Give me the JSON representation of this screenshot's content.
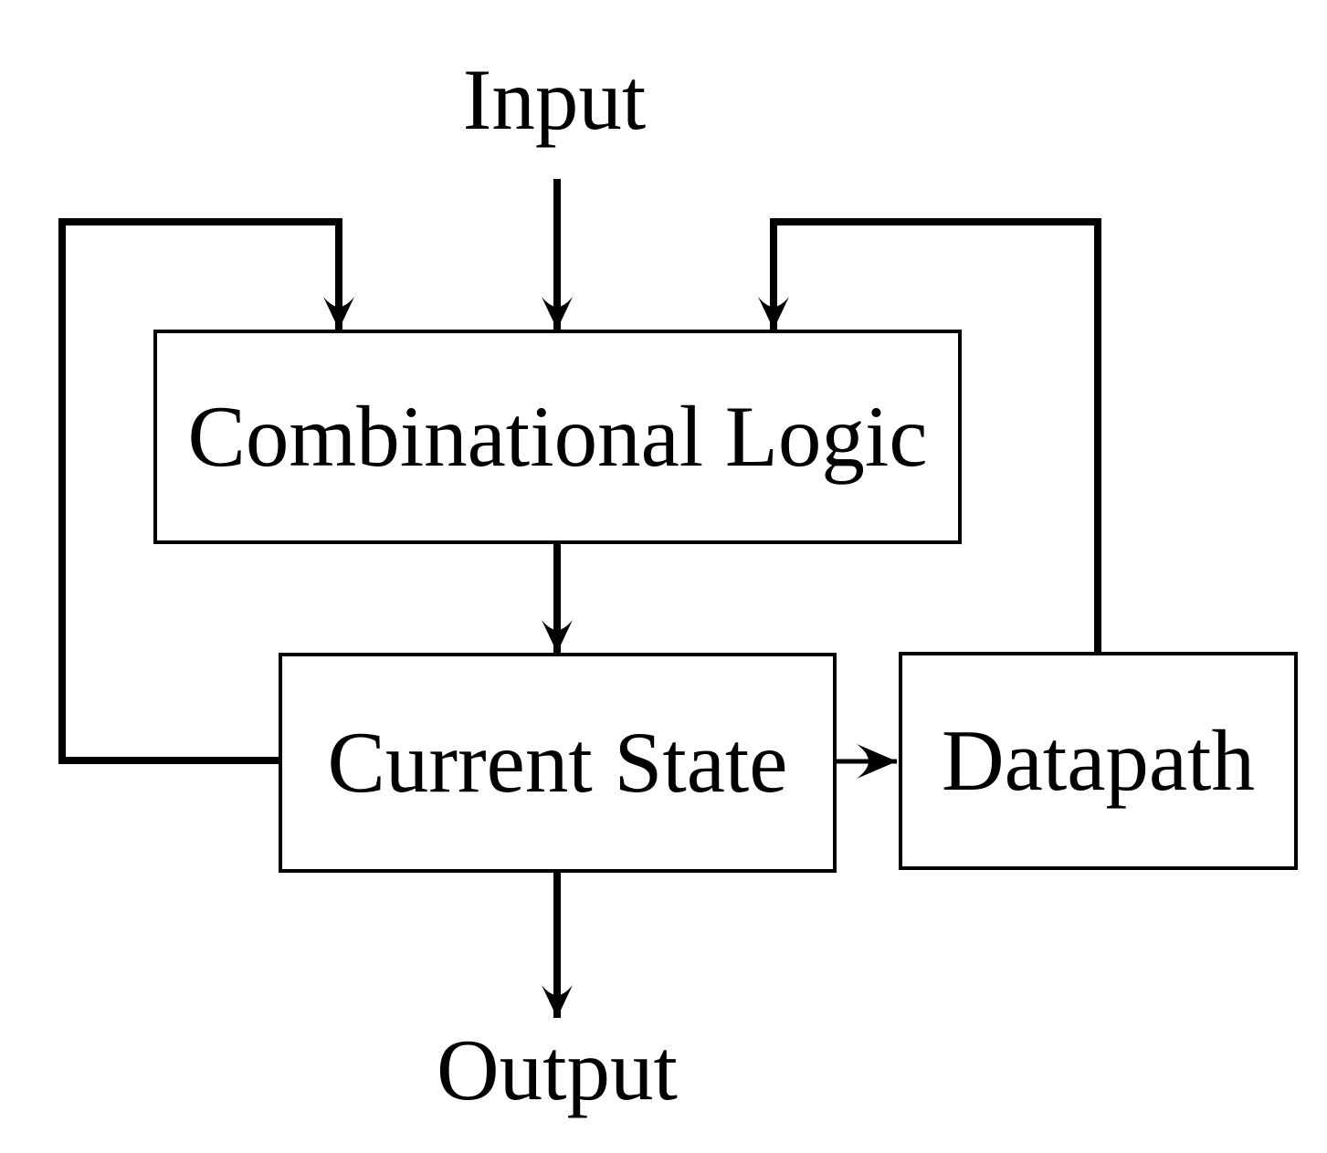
{
  "diagram": {
    "type": "block-diagram",
    "nodes": {
      "input": {
        "label": "Input",
        "kind": "floating-label"
      },
      "combinational_logic": {
        "label": "Combinational Logic",
        "kind": "box"
      },
      "current_state": {
        "label": "Current State",
        "kind": "box"
      },
      "datapath": {
        "label": "Datapath",
        "kind": "box"
      },
      "output": {
        "label": "Output",
        "kind": "floating-label"
      }
    },
    "edges": [
      {
        "from": "input",
        "to": "combinational_logic",
        "arrow": true,
        "route": "straight-down"
      },
      {
        "from": "combinational_logic",
        "to": "current_state",
        "arrow": true,
        "route": "straight-down"
      },
      {
        "from": "current_state",
        "to": "datapath",
        "arrow": true,
        "route": "straight-right"
      },
      {
        "from": "current_state",
        "to": "output",
        "arrow": true,
        "route": "straight-down"
      },
      {
        "from": "current_state",
        "to": "combinational_logic",
        "arrow": true,
        "route": "feedback-around-left"
      },
      {
        "from": "datapath",
        "to": "combinational_logic",
        "arrow": true,
        "route": "feedback-around-right"
      }
    ],
    "colors": {
      "ink": "#000000",
      "background": "#ffffff"
    }
  }
}
